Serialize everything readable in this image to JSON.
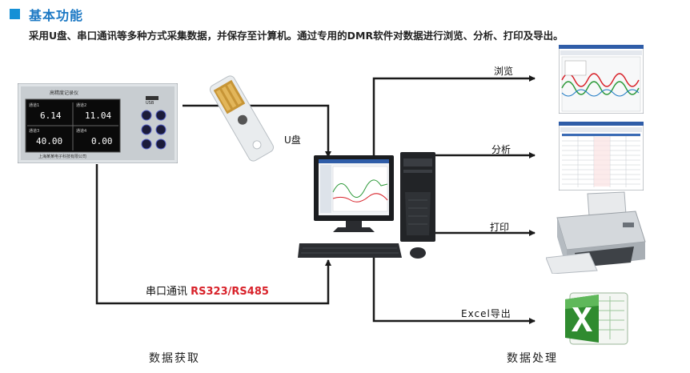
{
  "header": {
    "title": "基本功能",
    "description": "采用U盘、串口通讯等多种方式采集数据，并保存至计算机。通过专用的DMR软件对数据进行浏览、分析、打印及导出。"
  },
  "recorder": {
    "top_label": "高精度记录仪",
    "usb_label": "USB",
    "bottom_label": "上海某某电子科技有限公司",
    "readings": [
      {
        "name": "通道1",
        "value": "6.14"
      },
      {
        "name": "通道2",
        "value": "11.04"
      },
      {
        "name": "通道3",
        "value": "40.00"
      },
      {
        "name": "通道4",
        "value": "0.00"
      }
    ]
  },
  "labels": {
    "usb": "U盘",
    "serial_prefix": "串口通讯 ",
    "serial_protocol": "RS323/RS485",
    "browse": "浏览",
    "analyze": "分析",
    "print": "打印",
    "export": "Excel导出"
  },
  "footer": {
    "left": "数据获取",
    "right": "数据处理"
  },
  "colors": {
    "accent": "#1590d6",
    "title": "#1b78c4",
    "protocol": "#d8222a",
    "arrow": "#1a1a1a"
  }
}
